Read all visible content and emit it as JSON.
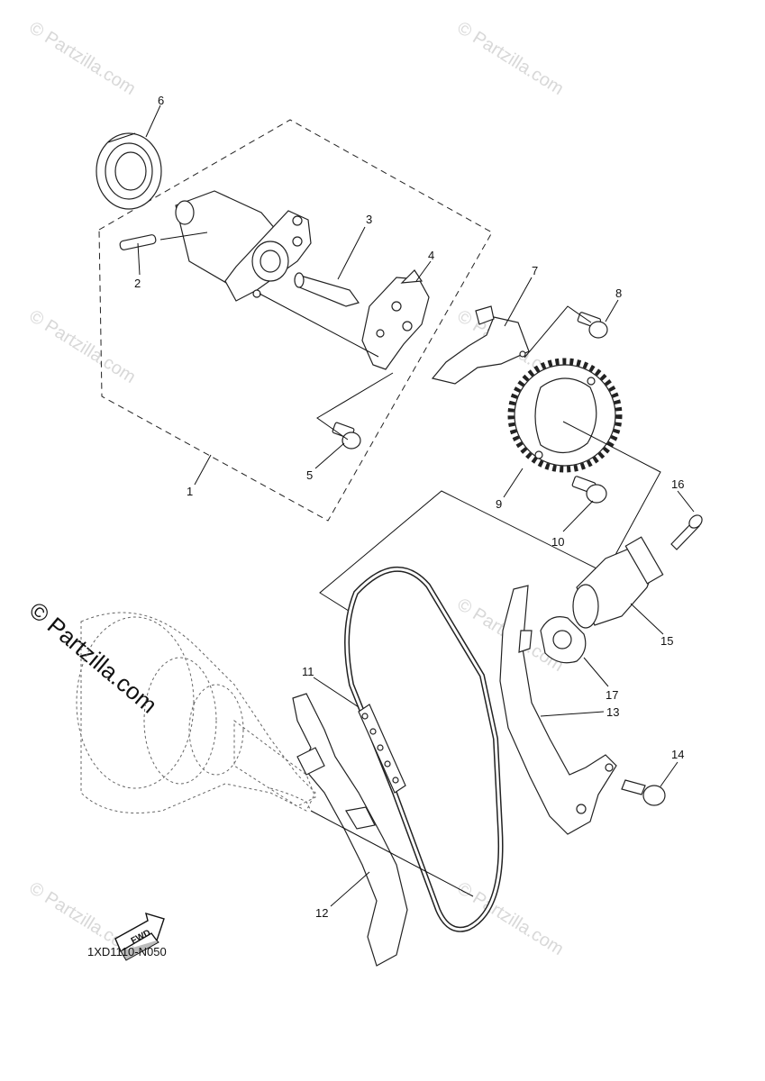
{
  "watermark": "© Partzilla.com",
  "diagram_code": "1XD1110-N050",
  "fwd_label": "FWD",
  "callouts": [
    {
      "id": "1",
      "label": "1"
    },
    {
      "id": "2",
      "label": "2"
    },
    {
      "id": "3",
      "label": "3"
    },
    {
      "id": "4",
      "label": "4"
    },
    {
      "id": "5",
      "label": "5"
    },
    {
      "id": "6",
      "label": "6"
    },
    {
      "id": "7",
      "label": "7"
    },
    {
      "id": "8",
      "label": "8"
    },
    {
      "id": "9",
      "label": "9"
    },
    {
      "id": "10",
      "label": "10"
    },
    {
      "id": "11",
      "label": "11"
    },
    {
      "id": "12",
      "label": "12"
    },
    {
      "id": "13",
      "label": "13"
    },
    {
      "id": "14",
      "label": "14"
    },
    {
      "id": "15",
      "label": "15"
    },
    {
      "id": "16",
      "label": "16"
    },
    {
      "id": "17",
      "label": "17"
    }
  ]
}
